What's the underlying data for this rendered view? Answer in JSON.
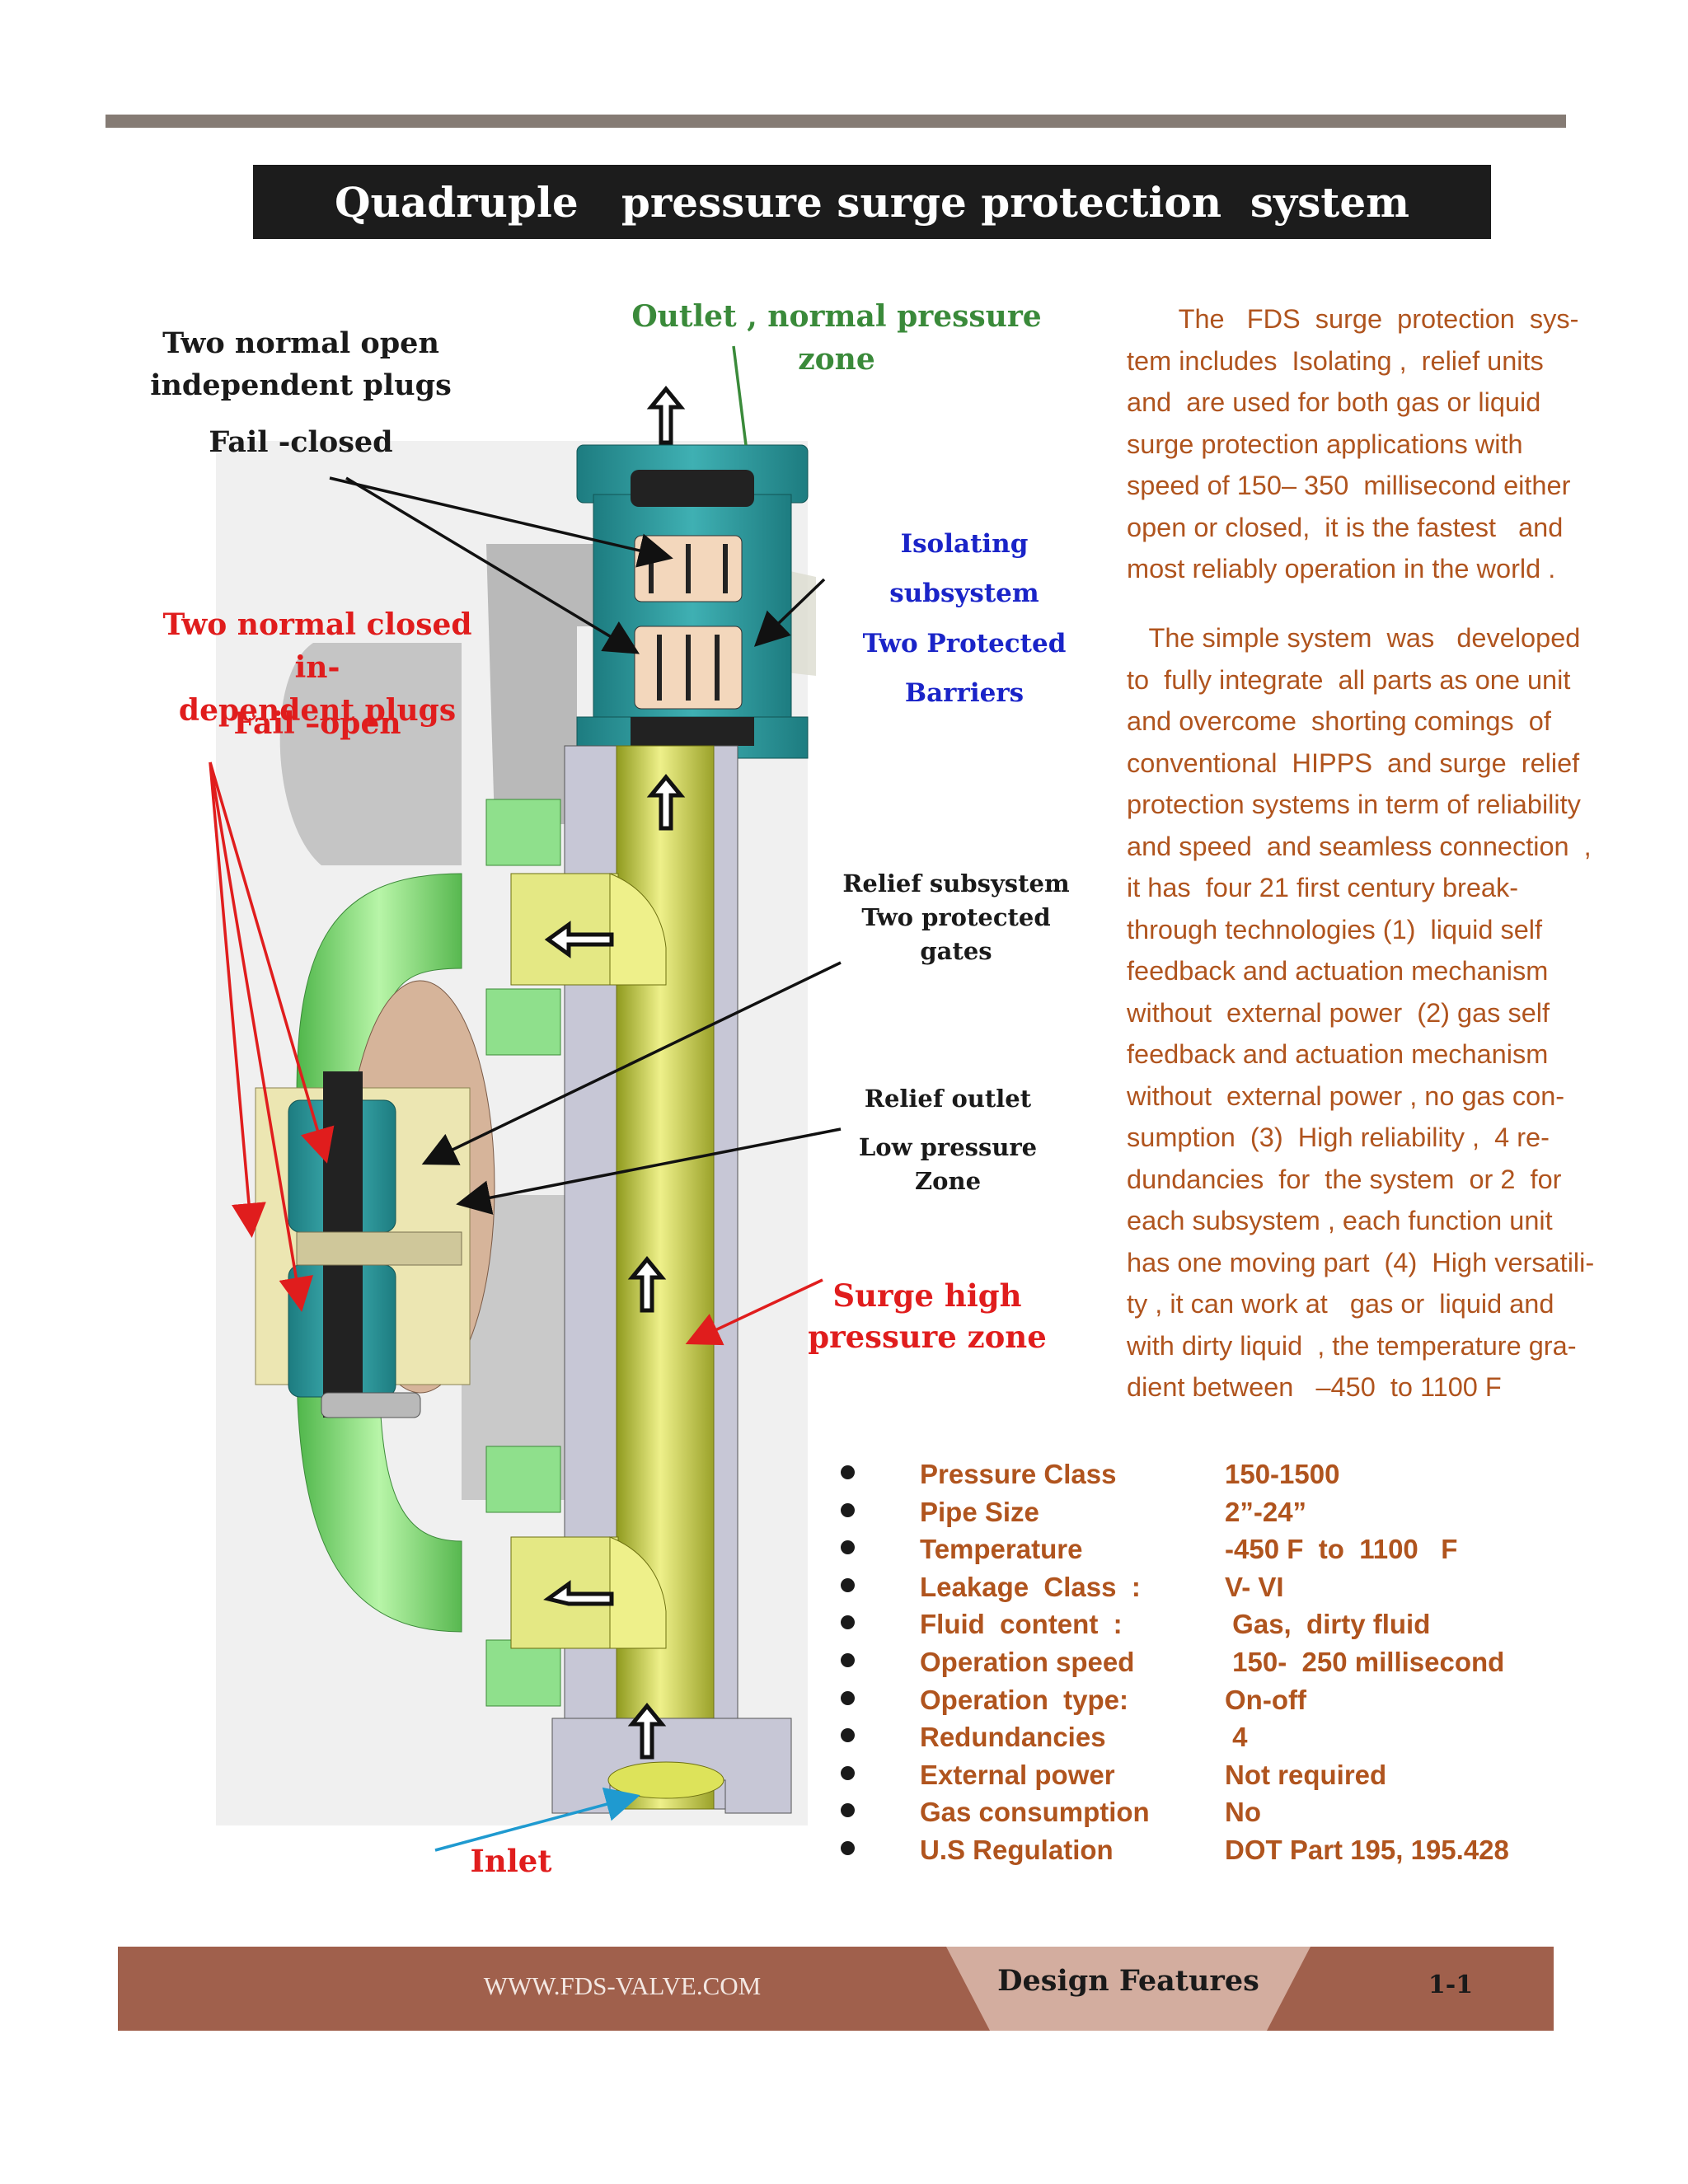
{
  "header": {
    "title": "Quadruple   pressure surge protection  system"
  },
  "diagram": {
    "labels": {
      "open_plugs": [
        "Two normal open",
        "independent plugs"
      ],
      "fail_closed": "Fail -closed",
      "closed_plugs": [
        "Two normal closed in-",
        "dependent  plugs"
      ],
      "fail_open": "Fail –open",
      "outlet": [
        "Outlet  , normal pressure",
        "zone"
      ],
      "isolating": [
        "Isolating  subsystem",
        "Two Protected",
        "Barriers"
      ],
      "relief_subsystem": [
        "Relief  subsystem",
        "Two protected",
        "gates"
      ],
      "relief_outlet": "Relief  outlet",
      "low_pressure": [
        "Low pressure",
        "Zone"
      ],
      "surge": [
        "Surge high",
        "pressure zone"
      ],
      "inlet": "Inlet"
    },
    "colors": {
      "label_black": "#1a1a1a",
      "label_red": "#e01d1d",
      "label_green": "#3a8a3a",
      "label_blue": "#1a24c8",
      "pipe_yellow": "#c4cc4e",
      "pipe_green": "#8fe08c",
      "valve_teal": "#2b9497",
      "flange_cream": "#ece6b2",
      "housing_tan": "#d6b49a",
      "inlet_arrow_blue": "#1f9ad0"
    }
  },
  "description": {
    "paragraph1": [
      "       The   FDS  surge  protection  sys-",
      "tem includes  Isolating ,  relief units",
      "and  are used for both gas or liquid",
      "surge protection applications with",
      "speed of 150– 350  millisecond either",
      "open or closed,  it is the fastest   and",
      "most reliably operation in the world ."
    ],
    "paragraph2": [
      "   The simple system  was   developed",
      "to  fully integrate  all parts as one unit",
      "and overcome  shorting comings  of",
      "conventional  HIPPS  and surge  relief",
      "protection systems in term of reliability",
      "and speed  and seamless connection  ,",
      "it has  four 21 first century break-",
      "through technologies (1)  liquid self",
      "feedback and actuation mechanism",
      "without  external power  (2) gas self",
      "feedback and actuation mechanism",
      "without  external power , no gas con-",
      "sumption  (3)  High reliability ,  4 re-",
      "dundancies  for  the system  or 2  for",
      "each subsystem , each function unit",
      "has one moving part  (4)  High versatili-",
      "ty , it can work at   gas or  liquid and",
      "with dirty liquid  , the temperature gra-",
      "dient between   –450  to 1100 F"
    ]
  },
  "specs": [
    {
      "label": "Pressure Class",
      "value": "150-1500"
    },
    {
      "label": "Pipe Size",
      "value": "2”-24”"
    },
    {
      "label": "Temperature",
      "value": "-450 F  to  1100   F"
    },
    {
      "label": "Leakage  Class  :",
      "value": "V- VI"
    },
    {
      "label": "Fluid  content  :",
      "value": " Gas,  dirty fluid"
    },
    {
      "label": "Operation speed",
      "value": " 150-  250 millisecond"
    },
    {
      "label": "Operation  type:",
      "value": "On-off"
    },
    {
      "label": "Redundancies",
      "value": " 4"
    },
    {
      "label": "External power",
      "value": "Not required"
    },
    {
      "label": "Gas consumption",
      "value": "No"
    },
    {
      "label": "U.S Regulation",
      "value": "DOT Part 195, 195.428"
    }
  ],
  "footer": {
    "url": "WWW.FDS-VALVE.COM",
    "section": "Design Features",
    "page": "1-1",
    "bar_color": "#a0604c",
    "tab_color": "#d3ad9f"
  }
}
